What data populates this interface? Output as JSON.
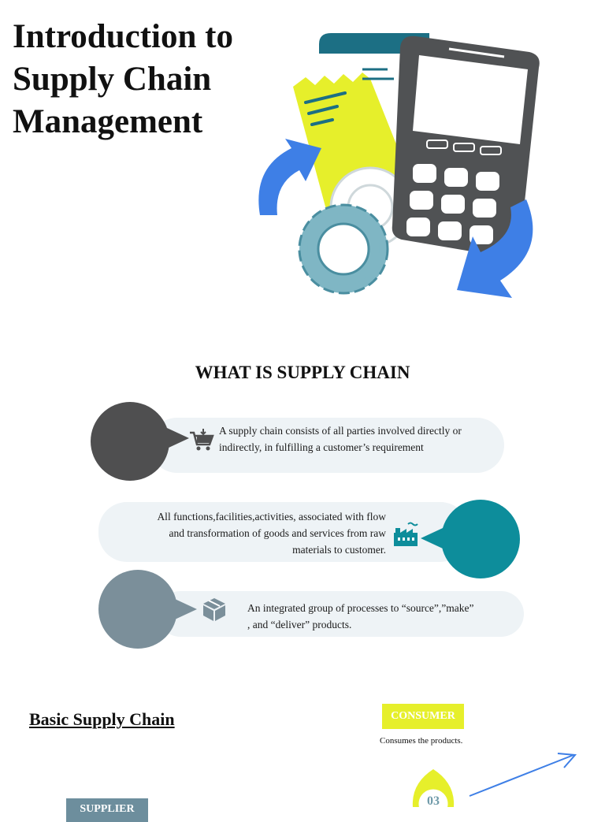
{
  "title": "Introduction to Supply Chain Management",
  "section_heading": "WHAT IS SUPPLY CHAIN",
  "definitions": [
    {
      "line1": "A supply chain consists of all parties involved directly or",
      "line2": "indirectly, in fulfilling a customer’s requirement",
      "icon": "shopping-cart-icon",
      "circle_color": "#4f4f50"
    },
    {
      "line1": "All functions,facilities,activities, associated with flow",
      "line2": "and transformation of goods and services from raw",
      "line3": "materials to customer.",
      "icon": "factory-icon",
      "circle_color": "#0d8d9b"
    },
    {
      "line1": "An integrated group of processes to “source”,”make”",
      "line2": ", and “deliver” products.",
      "icon": "box-icon",
      "circle_color": "#7b8f9a"
    }
  ],
  "basic_supply_chain": {
    "title": "Basic Supply Chain",
    "consumer_label": "CONSUMER",
    "consumer_desc": "Consumes the products.",
    "supplier_label": "SUPPLIER",
    "step_number": "03"
  },
  "colors": {
    "accent_yellow": "#e6ef2b",
    "teal": "#0d8d9b",
    "blue": "#3e7fe6",
    "dark_gray": "#4f4f50",
    "slate": "#7b8f9a"
  }
}
